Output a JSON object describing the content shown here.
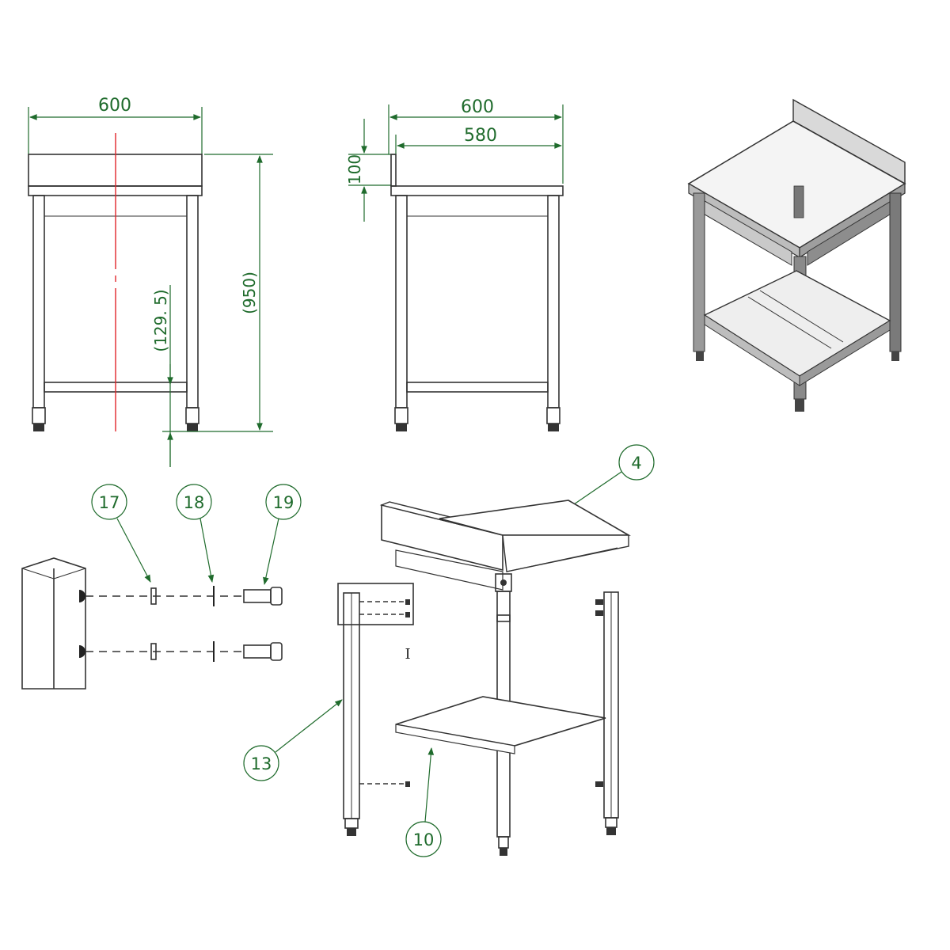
{
  "dimensions": {
    "front_width": "600",
    "side_width": "600",
    "side_inner_width": "580",
    "backsplash_height": "100",
    "leg_height": "(129. 5)",
    "total_height": "(950)"
  },
  "callouts": [
    "17",
    "18",
    "19",
    "4",
    "13",
    "10"
  ],
  "marker": "I",
  "colors": {
    "dimension_green": "#1f6b2c",
    "centerline_red": "#e0262b",
    "line_dark": "#333333"
  }
}
